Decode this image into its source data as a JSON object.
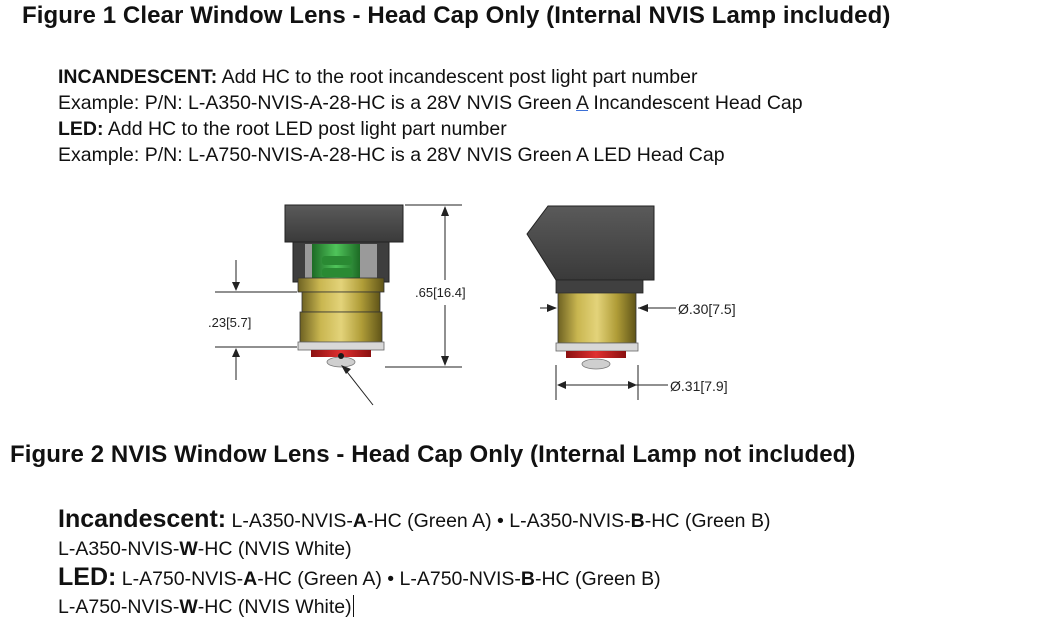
{
  "figure1": {
    "title": "Figure 1 Clear Window Lens - Head Cap Only (Internal NVIS Lamp included)",
    "line1_label": "INCANDESCENT:",
    "line1_text": " Add HC to the root incandescent post light part number",
    "line2_pre": "Example: P/N: L-A350-NVIS-A-28-HC is a 28V NVIS Green ",
    "line2_underlined": "A",
    "line2_post": " Incandescent Head Cap",
    "line3_label": "LED:",
    "line3_text": " Add HC to the root LED post light part number",
    "line4_text": "Example: P/N: L-A750-NVIS-A-28-HC is a 28V NVIS Green A LED Head Cap",
    "dimensions": {
      "height_small": ".23[5.7]",
      "height_total": ".65[16.4]",
      "diameter_body": "Ø.30[7.5]",
      "diameter_base": "Ø.31[7.9]"
    }
  },
  "figure2": {
    "title": "Figure 2 NVIS Window Lens - Head Cap Only (Internal Lamp not included)",
    "incandescent_label": "Incandescent:",
    "inc_a_pre": " L-A350-NVIS-",
    "inc_a_bold": "A",
    "inc_a_post": "-HC (Green A) • L-A350-NVIS-",
    "inc_b_bold": "B",
    "inc_b_post": "-HC (Green B)",
    "inc_w_pre": "L-A350-NVIS-",
    "inc_w_bold": "W",
    "inc_w_post": "-HC (NVIS White)",
    "led_label": "LED:",
    "led_a_pre": " L-A750-NVIS-",
    "led_a_bold": "A",
    "led_a_post": "-HC (Green A) • L-A750-NVIS-",
    "led_b_bold": "B",
    "led_b_post": "-HC (Green B)",
    "led_w_pre": "L-A750-NVIS-",
    "led_w_bold": "W",
    "led_w_post": "-HC (NVIS White)"
  },
  "colors": {
    "cap_dark": "#4a4a4a",
    "lens_green": "#2e9e3a",
    "body_yellow": "#b5a23a",
    "base_red": "#c81e1e",
    "dimension_line": "#222222"
  }
}
